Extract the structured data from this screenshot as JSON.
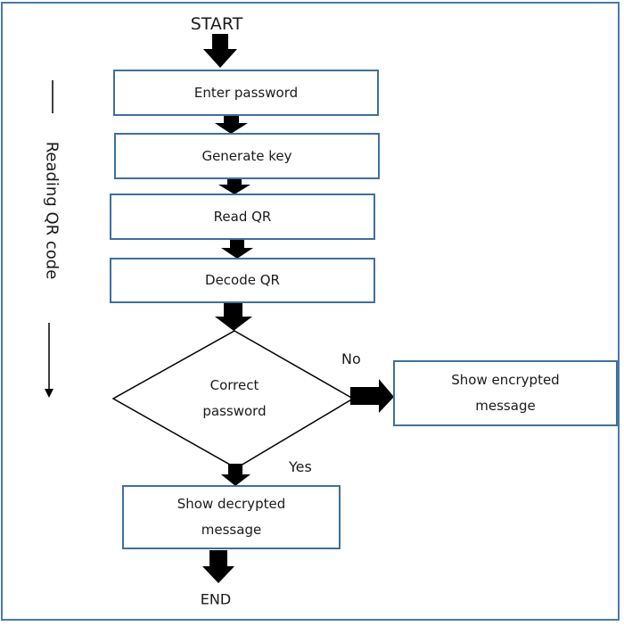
{
  "flowchart": {
    "start_label": "START",
    "end_label": "END",
    "side_annotation": "Reading QR code",
    "steps": [
      {
        "label": "Enter password"
      },
      {
        "label": "Generate key"
      },
      {
        "label": "Read QR"
      },
      {
        "label": "Decode QR"
      }
    ],
    "decision": {
      "line1": "Correct",
      "line2": "password"
    },
    "branch_no": {
      "label": "No",
      "box_line1": "Show encrypted",
      "box_line2": "message"
    },
    "branch_yes": {
      "label": "Yes",
      "box_line1": "Show decrypted",
      "box_line2": "message"
    },
    "colors": {
      "box_border": "#3f6fa0",
      "frame_border": "#4a7aa8",
      "arrow": "#000000"
    }
  }
}
